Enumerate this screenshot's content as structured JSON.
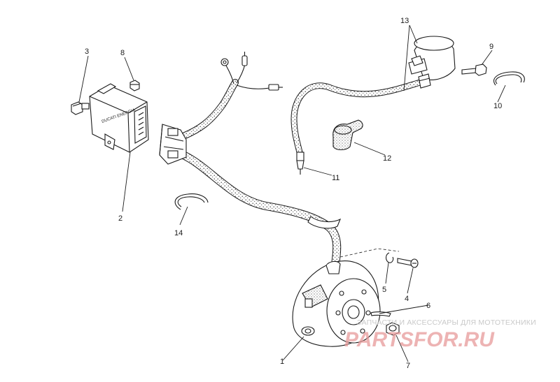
{
  "diagram": {
    "callouts": [
      "1",
      "2",
      "3",
      "4",
      "5",
      "6",
      "7",
      "8",
      "9",
      "10",
      "11",
      "12",
      "13",
      "14"
    ],
    "cdi_box_text": "DUCATI ENERGIA"
  },
  "watermark": {
    "tagline": "ЗАПЧАСТИ И АКСЕССУАРЫ ДЛЯ МОТОТЕХНИКИ",
    "brand": "PARTSFOR.RU"
  },
  "colors": {
    "ink": "#1a1a1a",
    "watermark": "#e79a9a"
  }
}
